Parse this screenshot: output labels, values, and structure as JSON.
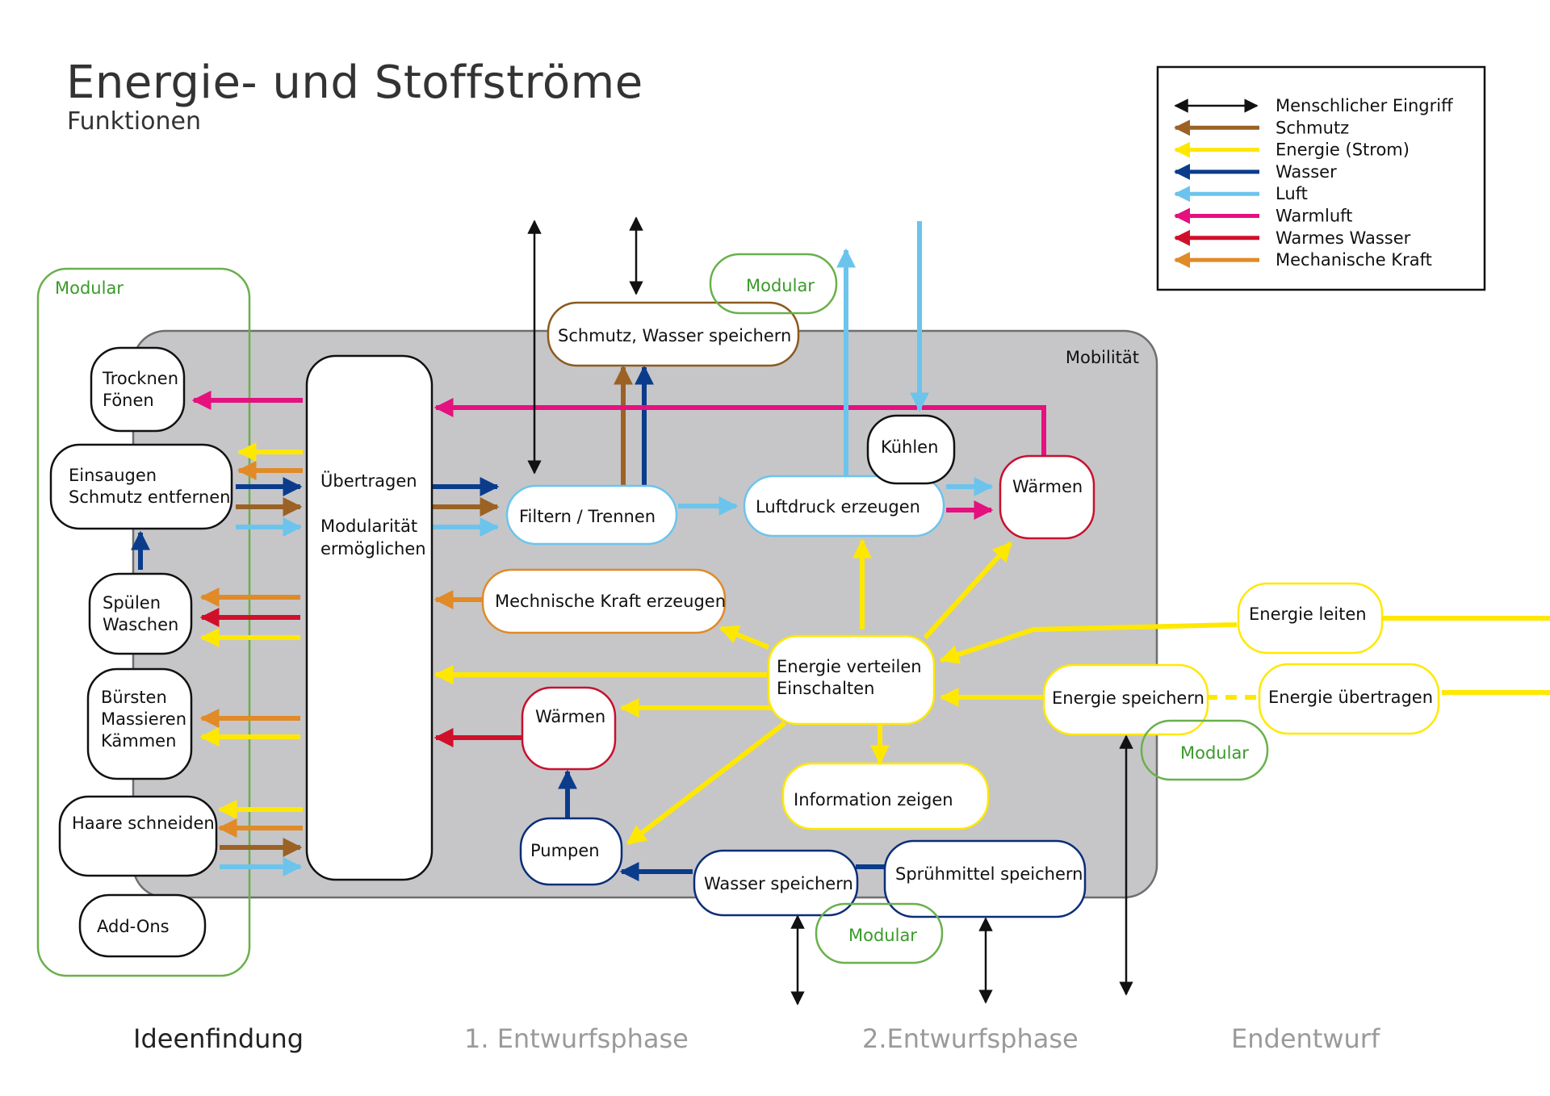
{
  "header": {
    "title": "Energie- und Stoffströme",
    "subtitle": "Funktionen"
  },
  "colors": {
    "human": "#111111",
    "schmutz": "#9b6224",
    "energie": "#ffe800",
    "wasser": "#0b3c8c",
    "luft": "#6cc4ec",
    "warmluft": "#e4117f",
    "warmes_wasser": "#d0102a",
    "mech_kraft": "#e08a28",
    "modular": "#6ab04c",
    "mobility_bg": "#c6c6c8"
  },
  "legend": {
    "items": [
      {
        "key": "human",
        "label": "Menschlicher Eingriff"
      },
      {
        "key": "schmutz",
        "label": "Schmutz"
      },
      {
        "key": "energie",
        "label": "Energie (Strom)"
      },
      {
        "key": "wasser",
        "label": "Wasser"
      },
      {
        "key": "luft",
        "label": "Luft"
      },
      {
        "key": "warmluft",
        "label": "Warmluft"
      },
      {
        "key": "warmes_wasser",
        "label": "Warmes Wasser"
      },
      {
        "key": "mech_kraft",
        "label": "Mechanische Kraft"
      }
    ]
  },
  "regions": {
    "mobility": "Mobilität",
    "modular_left": "Modular",
    "modular_top": "Modular",
    "modular_energy": "Modular",
    "modular_bottom": "Modular"
  },
  "nodes": {
    "trocknen": [
      "Trocknen",
      "Fönen"
    ],
    "einsaugen": [
      "Einsaugen",
      "Schmutz entfernen"
    ],
    "spuelen": [
      "Spülen",
      "Waschen"
    ],
    "buersten": [
      "Bürsten",
      "Massieren",
      "Kämmen"
    ],
    "haare": [
      "Haare schneiden"
    ],
    "addons": [
      "Add-Ons"
    ],
    "uebertragen": [
      "Übertragen",
      "",
      "Modularität",
      "ermöglichen"
    ],
    "schmutz_speichern": [
      "Schmutz, Wasser speichern"
    ],
    "filtern": [
      "Filtern / Trennen"
    ],
    "luftdruck": [
      "Luftdruck erzeugen"
    ],
    "kuehlen": [
      "Kühlen"
    ],
    "waermen_luft": [
      "Wärmen"
    ],
    "mech_kraft": [
      "Mechnische Kraft erzeugen"
    ],
    "energie_verteilen": [
      "Energie verteilen",
      "Einschalten"
    ],
    "waermen_wasser": [
      "Wärmen"
    ],
    "information": [
      "Information zeigen"
    ],
    "pumpen": [
      "Pumpen"
    ],
    "wasser_speichern": [
      "Wasser speichern"
    ],
    "spruehmittel": [
      "Sprühmittel speichern"
    ],
    "energie_leiten": [
      "Energie leiten"
    ],
    "energie_speichern": [
      "Energie speichern"
    ],
    "energie_uebertragen": [
      "Energie übertragen"
    ]
  },
  "phases": [
    {
      "label": "Ideenfindung",
      "active": true
    },
    {
      "label": "1. Entwurfsphase",
      "active": false
    },
    {
      "label": "2.Entwurfsphase",
      "active": false
    },
    {
      "label": "Endentwurf",
      "active": false
    }
  ]
}
